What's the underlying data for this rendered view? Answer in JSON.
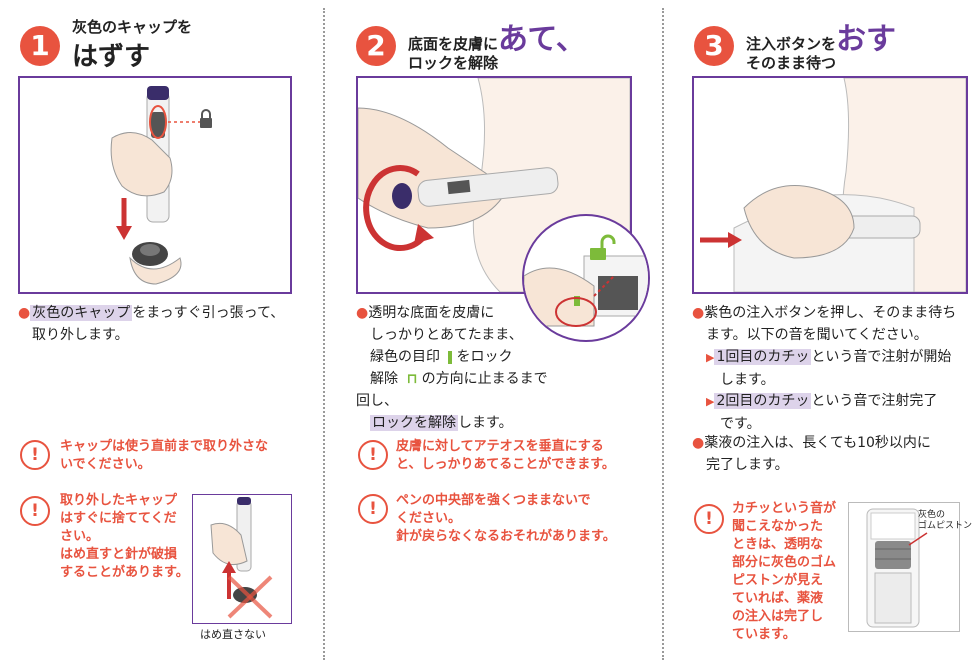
{
  "step1": {
    "number": "1",
    "title_line1": "灰色のキャップを",
    "title_line2": "はずす",
    "bullet_hl": "灰色のキャップ",
    "bullet_rest1": "をまっすぐ引っ張って、",
    "bullet_rest2": "取り外します。",
    "warning1_line1": "キャップは使う直前まで取り外さな",
    "warning1_line2": "いでください。",
    "warning2_line1": "取り外したキャップ",
    "warning2_line2": "はすぐに捨ててくだ",
    "warning2_line3": "さい。",
    "warning2_line4": "はめ直すと針が破損",
    "warning2_line5": "することがあります。",
    "caption": "はめ直さない"
  },
  "step2": {
    "number": "2",
    "title_pre": "底面を皮膚に",
    "title_em": "あて、",
    "title_line2": "ロックを解除",
    "bullet_line1": "透明な底面を皮膚に",
    "bullet_line2": "しっかりとあてたまま、",
    "bullet_line3": "緑色の目印",
    "bullet_line3b": "をロック",
    "bullet_line4": "解除",
    "bullet_line4b": "の方向に止まるまで回し、",
    "bullet_hl": "ロックを解除",
    "bullet_line5b": "します。",
    "warning1_line1": "皮膚に対してアテオスを垂直にする",
    "warning1_line2": "と、しっかりあてることができます。",
    "warning2_line1": "ペンの中央部を強くつままないで",
    "warning2_line2": "ください。",
    "warning2_line3": "針が戻らなくなるおそれがあります。"
  },
  "step3": {
    "number": "3",
    "title_pre": "注入ボタンを",
    "title_em": "おす",
    "title_line2": "そのまま待つ",
    "bullet1_line1": "紫色の注入ボタンを押し、そのまま待ち",
    "bullet1_line2": "ます。以下の音を聞いてください。",
    "sub1_hl": "1回目のカチッ",
    "sub1_rest": "という音で注射が開始",
    "sub1_line2": "します。",
    "sub2_hl": "2回目のカチッ",
    "sub2_rest": "という音で注射完了",
    "sub2_line2": "です。",
    "bullet2_line1": "薬液の注入は、長くても10秒以内に",
    "bullet2_line2": "完了します。",
    "warning_lines": [
      "カチッという音が",
      "聞こえなかった",
      "ときは、透明な",
      "部分に灰色のゴム",
      "ピストンが見え",
      "ていれば、薬液",
      "の注入は完了し",
      "ています。"
    ],
    "piston_label_line1": "灰色の",
    "piston_label_line2": "ゴムピストン"
  },
  "colors": {
    "accent": "#e8533f",
    "purple": "#6a3b9c",
    "green": "#7dbb3a",
    "highlight": "#ddd3ea"
  },
  "icons": [
    "warning-icon",
    "lock-icon",
    "unlock-icon",
    "arrow-icon"
  ]
}
